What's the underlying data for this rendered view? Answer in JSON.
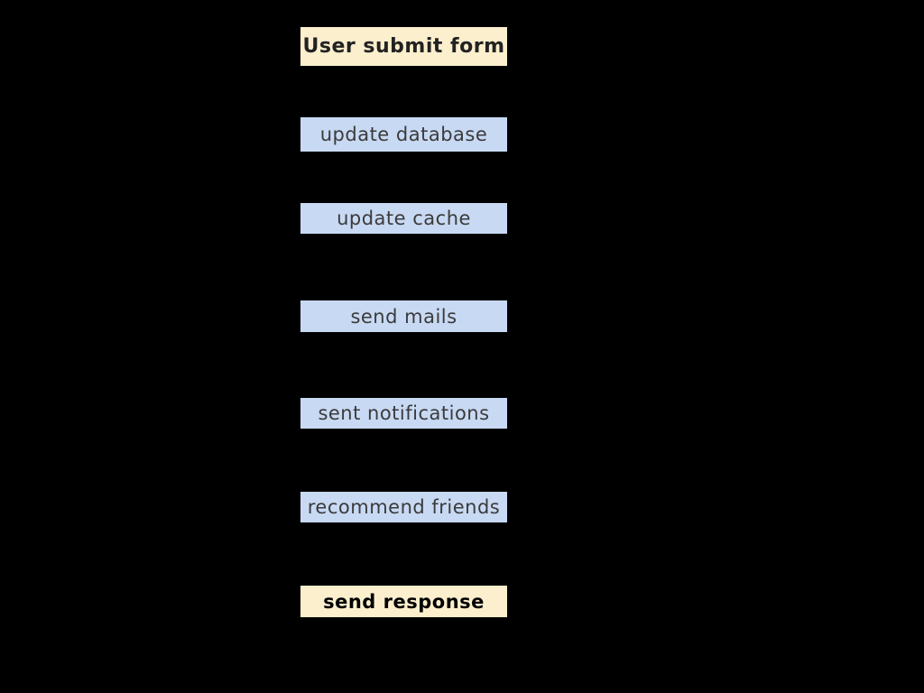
{
  "diagram": {
    "type": "flowchart",
    "direction": "top-to-bottom",
    "nodes": [
      {
        "label": "User submit form",
        "role": "terminal"
      },
      {
        "label": "update database",
        "role": "process"
      },
      {
        "label": "update cache",
        "role": "process"
      },
      {
        "label": "send mails",
        "role": "process"
      },
      {
        "label": "sent notifications",
        "role": "process"
      },
      {
        "label": "recommend friends",
        "role": "process"
      },
      {
        "label": "send response",
        "role": "terminal"
      }
    ],
    "colors": {
      "terminal_fill": "#FCEFCD",
      "process_fill": "#C8D9F3",
      "background": "#000000",
      "process_text": "#3B3B3B",
      "terminal_text": "#111111"
    }
  }
}
